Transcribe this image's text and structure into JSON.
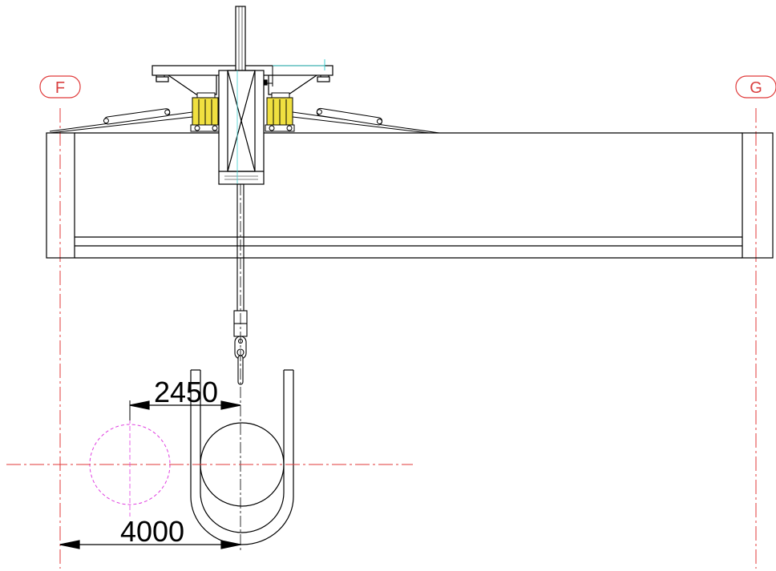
{
  "grid_axes": {
    "left_label": "F",
    "right_label": "G"
  },
  "dimensions": {
    "upper": "2450",
    "lower": "4000"
  },
  "colors": {
    "line": "#000000",
    "centerline": "#e03a3a",
    "phantom": "#e040e0",
    "trolley_block": "#f0e040",
    "cyan_detail": "#40d0d0"
  }
}
